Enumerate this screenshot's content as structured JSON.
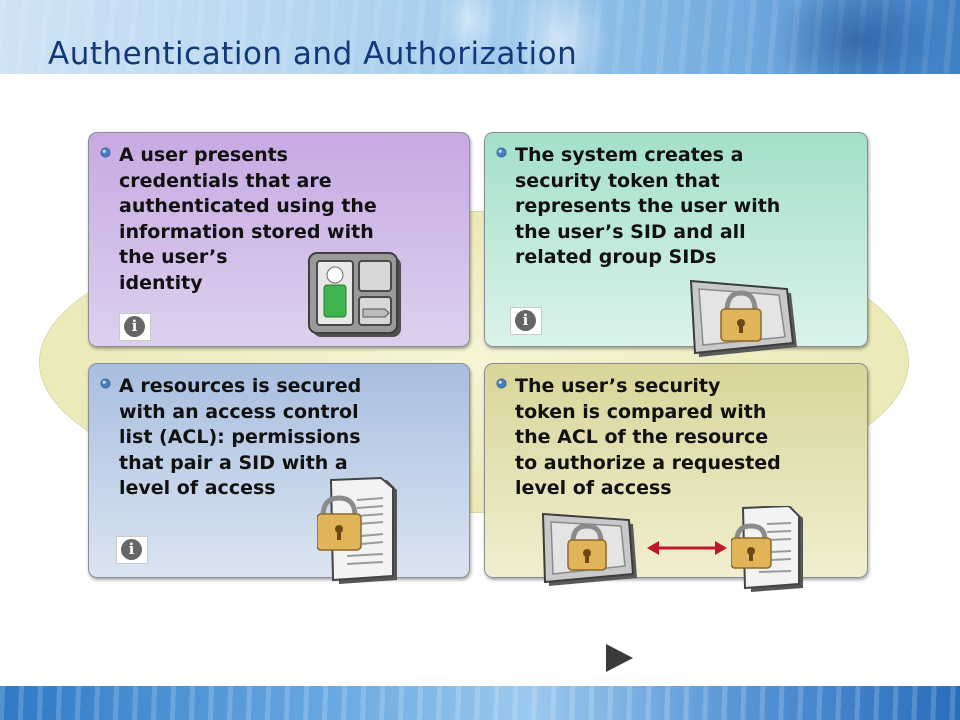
{
  "slide": {
    "title": "Authentication and Authorization"
  },
  "panels": [
    {
      "text": "A user presents\ncredentials that are\nauthenticated using the\ninformation  stored with\nthe user’s\nidentity",
      "icons": [
        "info-icon",
        "user-id-card-icon"
      ]
    },
    {
      "text": "The system creates a\nsecurity token that\nrepresents the user with\nthe user’s SID and all\nrelated group SIDs",
      "icons": [
        "info-icon",
        "security-token-icon"
      ]
    },
    {
      "text": "A resources is secured\nwith an access control\nlist (ACL): permissions\nthat pair a SID with a\nlevel of access",
      "icons": [
        "info-icon",
        "locked-document-icon"
      ]
    },
    {
      "text": "The user’s security\ntoken is compared with\nthe ACL of the resource\nto authorize a requested\nlevel of access",
      "icons": [
        "security-token-icon",
        "double-arrow-icon",
        "locked-document-icon"
      ]
    }
  ],
  "colors": {
    "title": "#123a78",
    "panel_purple": "#c7a9e3",
    "panel_green": "#a3e0c9",
    "panel_blue": "#a8bedf",
    "panel_olive": "#d8d59a",
    "arrow": "#c0182a"
  },
  "navigation": {
    "next_icon": "play-next-icon"
  }
}
